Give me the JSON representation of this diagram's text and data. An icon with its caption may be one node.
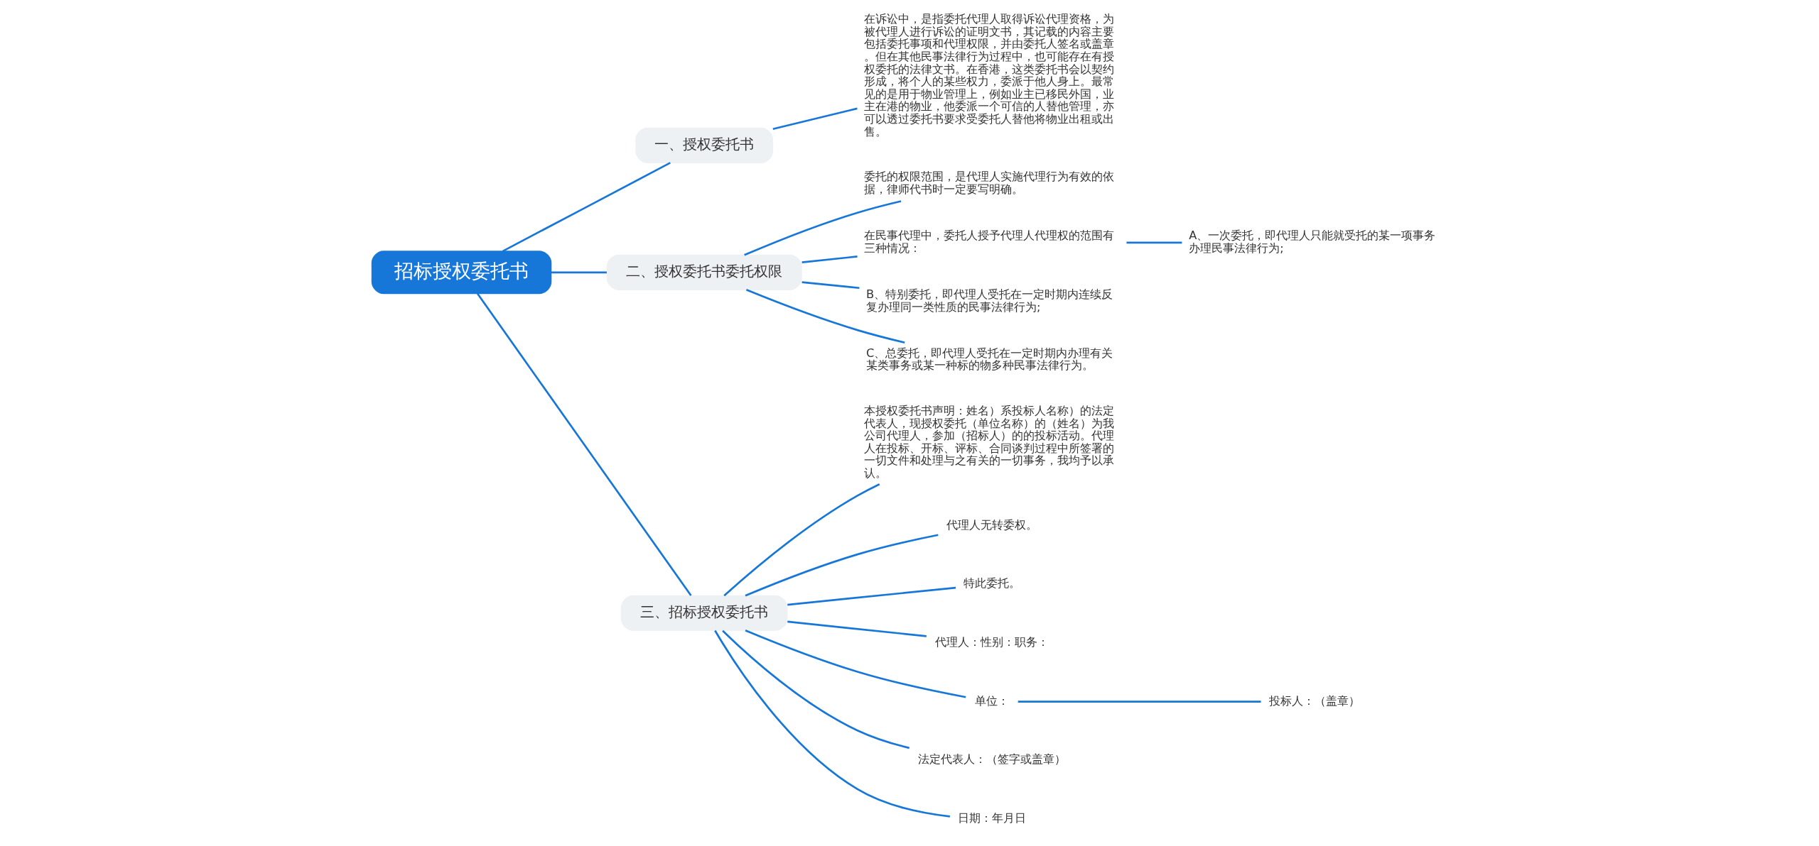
{
  "diagram": {
    "nodes": [
      {
        "text": [
          "招标授权委托书"
        ]
      },
      {
        "text": [
          "一、授权委托书"
        ]
      },
      {
        "text": [
          "在诉讼中，是指委托代理人取得诉讼代理资格，为被代理人进行诉讼的证明文书，其记载的内容主要包括委托事项和代理权限，并由委托人签名或盖章。但在其他民事法律行为过程中，也可能存在有授权委托的法律文书。在香港，这类委托书会以契约形成，将个人的某些权力，委派于他人身上。最常见的是用于物业管理上，例如业主已移民外国，业主在港的物业，他委派一个可信的人替他管理，亦可以透过委托书要求受委托人替他将物业出租或出售。"
        ]
      },
      {
        "text": [
          "二、授权委托书委托权限"
        ]
      },
      {
        "text": [
          "委托的权限范围，是代理人实施代理行为有效的依据，律师代书时一定要写明确。"
        ]
      },
      {
        "text": [
          "在民事代理中，委托人授予代理人代理权的范围有三种情况："
        ]
      },
      {
        "text": [
          "A、一次委托，即代理人只能就受托的某一项事务办理民事法律行为;"
        ]
      },
      {
        "text": [
          "B、特别委托，即代理人受托在一定时期内连续反复办理同一类性质的民事法律行为;"
        ]
      },
      {
        "text": [
          "C、总委托，即代理人受托在一定时期内办理有关某类事务或某一种标的物多种民事法律行为。"
        ]
      },
      {
        "text": [
          "三、招标授权委托书"
        ]
      },
      {
        "text": [
          "本授权委托书声明：姓名）系投标人名称）的法定代表人，现授权委托（单位名称）的（姓名）为我公司代理人，参加（招标人）的的投标活动。代理人在投标、开标、评标、合同谈判过程中所签署的一切文件和处理与之有关的一切事务，我均予以承认。"
        ]
      },
      {
        "text": [
          "代理人无转委权。"
        ]
      },
      {
        "text": [
          "特此委托。"
        ]
      },
      {
        "text": [
          "代理人：性别：职务："
        ]
      },
      {
        "text": [
          "单位："
        ]
      },
      {
        "text": [
          "投标人：（盖章）"
        ]
      },
      {
        "text": [
          "法定代表人：（签字或盖章）"
        ]
      },
      {
        "text": [
          "日期：年月日"
        ]
      }
    ],
    "edges": [
      {
        "from": 0,
        "to": 1,
        "arrow": "none"
      },
      {
        "from": 1,
        "to": 2,
        "arrow": "none"
      },
      {
        "from": 0,
        "to": 3,
        "arrow": "none"
      },
      {
        "from": 3,
        "to": 4,
        "arrow": "none"
      },
      {
        "from": 3,
        "to": 5,
        "arrow": "none"
      },
      {
        "from": 5,
        "to": 6,
        "arrow": "none"
      },
      {
        "from": 3,
        "to": 7,
        "arrow": "none"
      },
      {
        "from": 3,
        "to": 8,
        "arrow": "none"
      },
      {
        "from": 0,
        "to": 9,
        "arrow": "none"
      },
      {
        "from": 9,
        "to": 10,
        "arrow": "none"
      },
      {
        "from": 9,
        "to": 11,
        "arrow": "none"
      },
      {
        "from": 9,
        "to": 12,
        "arrow": "none"
      },
      {
        "from": 9,
        "to": 13,
        "arrow": "none"
      },
      {
        "from": 9,
        "to": 14,
        "arrow": "none"
      },
      {
        "from": 14,
        "to": 15,
        "arrow": "none"
      },
      {
        "from": 9,
        "to": 16,
        "arrow": "none"
      },
      {
        "from": 9,
        "to": 17,
        "arrow": "none"
      }
    ]
  }
}
